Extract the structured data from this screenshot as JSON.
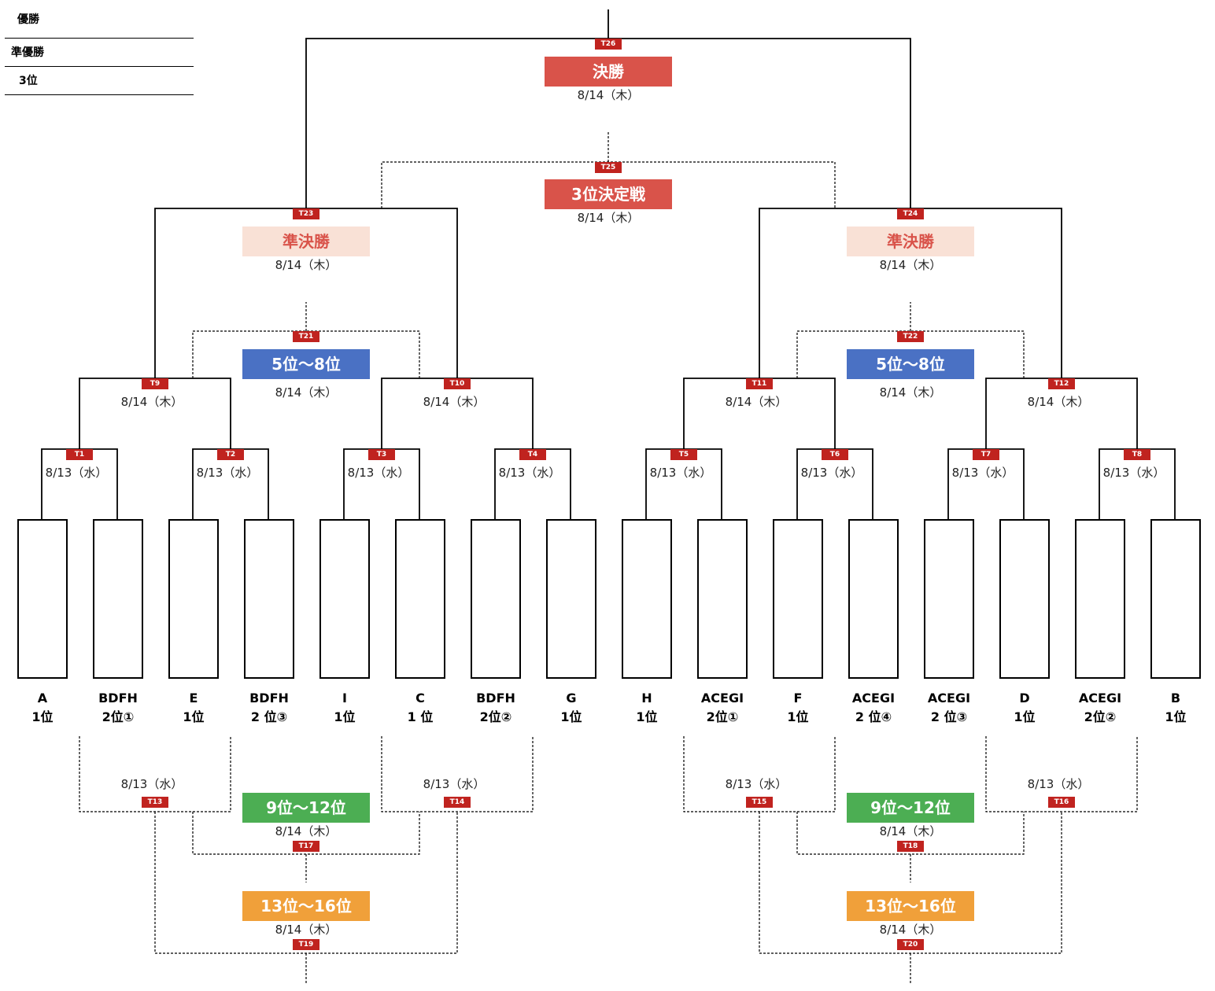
{
  "legend": [
    {
      "label": "優勝"
    },
    {
      "label": "準優勝"
    },
    {
      "label": "3位"
    }
  ],
  "rounds": {
    "final": {
      "label": "決勝",
      "date": "8/14（木）",
      "tag": "T26",
      "color": "#d9534a"
    },
    "third": {
      "label": "3位決定戦",
      "date": "8/14（木）",
      "tag": "T25",
      "color": "#d9534a"
    },
    "semi_left": {
      "label": "準決勝",
      "date": "8/14（木）",
      "tag": "T23",
      "color": "#f9e1d6",
      "text_color": "#d9534a"
    },
    "semi_right": {
      "label": "準決勝",
      "date": "8/14（木）",
      "tag": "T24",
      "color": "#f9e1d6",
      "text_color": "#d9534a"
    },
    "place5_left": {
      "label": "5位〜8位",
      "date": "8/14（木）",
      "tag": "T21",
      "color": "#4a71c4"
    },
    "place5_right": {
      "label": "5位〜8位",
      "date": "8/14（木）",
      "tag": "T22",
      "color": "#4a71c4"
    },
    "place9_left": {
      "label": "9位〜12位",
      "date": "8/14（木）",
      "tag": "T17",
      "color": "#4cae53"
    },
    "place9_right": {
      "label": "9位〜12位",
      "date": "8/14（木）",
      "tag": "T18",
      "color": "#4cae53"
    },
    "place13_left": {
      "label": "13位〜16位",
      "date": "8/14（木）",
      "tag": "T19",
      "color": "#f0a03a"
    },
    "place13_right": {
      "label": "13位〜16位",
      "date": "8/14（木）",
      "tag": "T20",
      "color": "#f0a03a"
    }
  },
  "qf": [
    {
      "tag": "T9",
      "date": "8/14（木）"
    },
    {
      "tag": "T10",
      "date": "8/14（木）"
    },
    {
      "tag": "T11",
      "date": "8/14（木）"
    },
    {
      "tag": "T12",
      "date": "8/14（木）"
    }
  ],
  "r1": [
    {
      "tag": "T1",
      "date": "8/13（水）"
    },
    {
      "tag": "T2",
      "date": "8/13（水）"
    },
    {
      "tag": "T3",
      "date": "8/13（水）"
    },
    {
      "tag": "T4",
      "date": "8/13（水）"
    },
    {
      "tag": "T5",
      "date": "8/13（水）"
    },
    {
      "tag": "T6",
      "date": "8/13（水）"
    },
    {
      "tag": "T7",
      "date": "8/13（水）"
    },
    {
      "tag": "T8",
      "date": "8/13（水）"
    }
  ],
  "consolation": [
    {
      "tag": "T13",
      "date": "8/13（水）"
    },
    {
      "tag": "T14",
      "date": "8/13（水）"
    },
    {
      "tag": "T15",
      "date": "8/13（水）"
    },
    {
      "tag": "T16",
      "date": "8/13（水）"
    }
  ],
  "teams": [
    {
      "line1": "A",
      "line2": "1位"
    },
    {
      "line1": "BDFH",
      "line2": "2位①"
    },
    {
      "line1": "E",
      "line2": "1位"
    },
    {
      "line1": "BDFH",
      "line2": "2 位③"
    },
    {
      "line1": "I",
      "line2": "1位"
    },
    {
      "line1": "C",
      "line2": "1 位"
    },
    {
      "line1": "BDFH",
      "line2": "2位②"
    },
    {
      "line1": "G",
      "line2": "1位"
    },
    {
      "line1": "H",
      "line2": "1位"
    },
    {
      "line1": "ACEGI",
      "line2": "2位①"
    },
    {
      "line1": "F",
      "line2": "1位"
    },
    {
      "line1": "ACEGI",
      "line2": "2 位④"
    },
    {
      "line1": "ACEGI",
      "line2": "2 位③"
    },
    {
      "line1": "D",
      "line2": "1位"
    },
    {
      "line1": "ACEGI",
      "line2": "2位②"
    },
    {
      "line1": "B",
      "line2": "1位"
    }
  ],
  "colors": {
    "tag": "#c0231f",
    "line": "#000000"
  }
}
